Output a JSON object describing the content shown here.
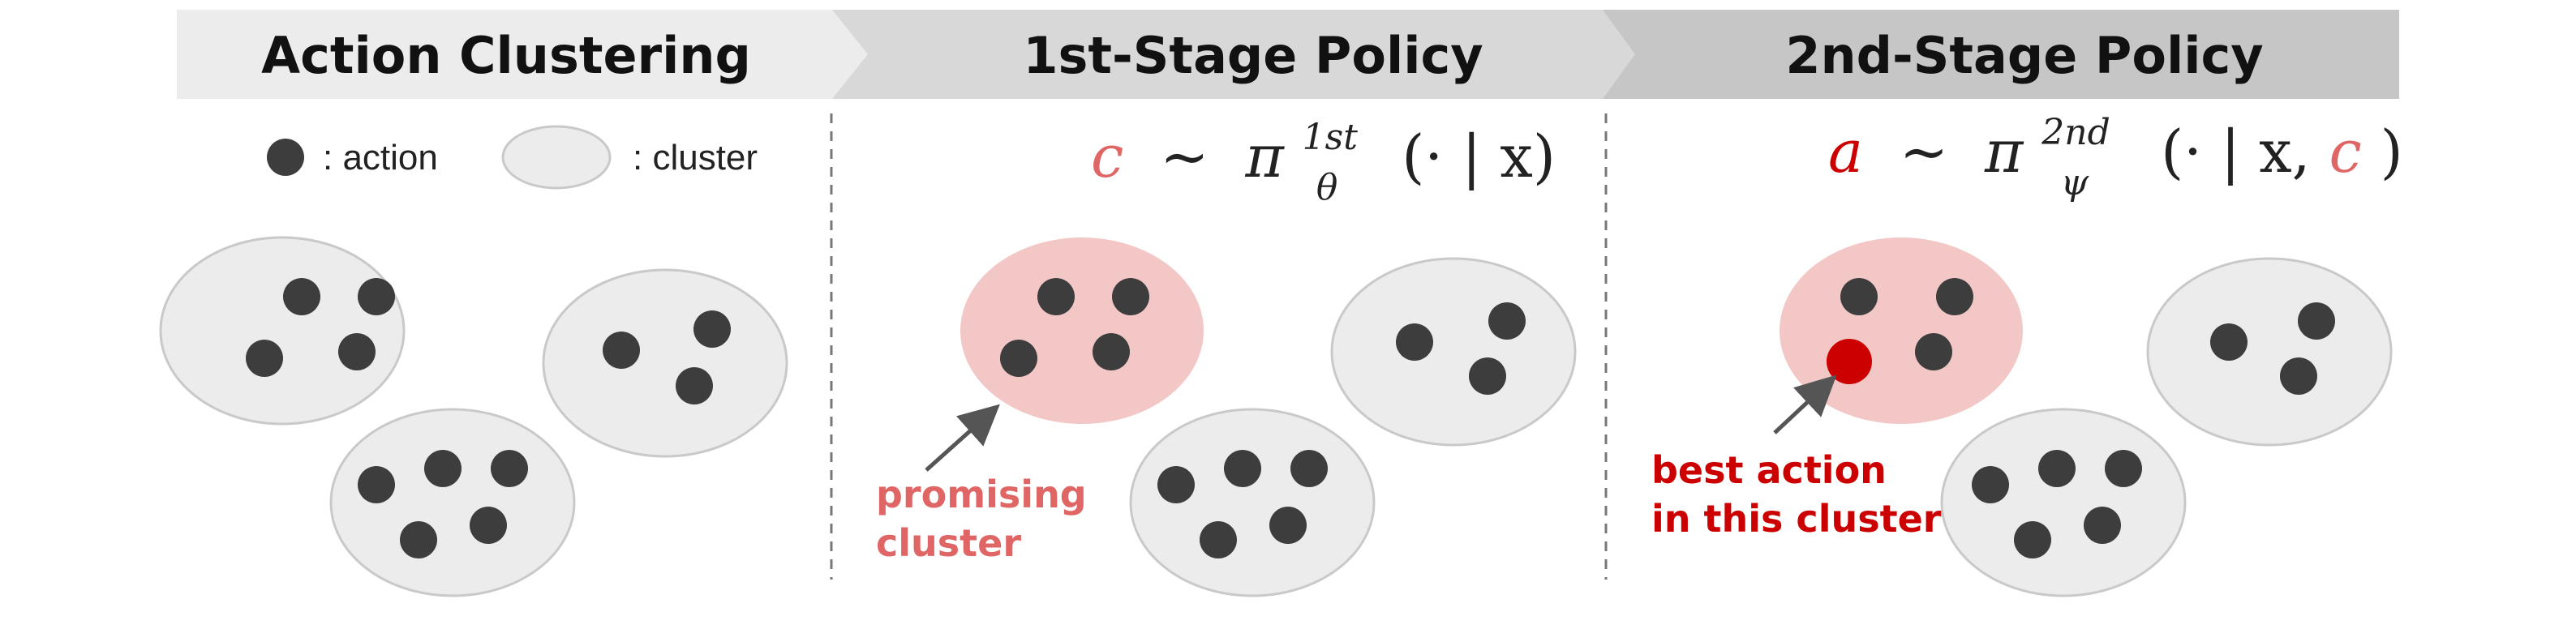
{
  "colors": {
    "header_1": "#ececec",
    "header_2": "#d8d8d8",
    "header_3": "#c6c6c6",
    "cluster_fill": "#ececec",
    "cluster_stroke": "#c9c9c9",
    "promising_fill": "#f4c7c7",
    "dot": "#3d3d3d",
    "best_dot": "#cc0000",
    "accent_light": "#e06666",
    "accent_dark": "#cc0000",
    "divider": "#777777",
    "arrow": "#555555"
  },
  "header": {
    "stage1": "Action Clustering",
    "stage2": "1st-Stage Policy",
    "stage3": "2nd-Stage Policy"
  },
  "legend": {
    "action": ": action",
    "cluster": ": cluster"
  },
  "formula1": {
    "lhs": "c",
    "op": "∼",
    "pi": "π",
    "sup": "1st",
    "sub": "θ",
    "args": "(· | x)"
  },
  "formula2": {
    "lhs": "a",
    "op": "∼",
    "pi": "π",
    "sup": "2nd",
    "sub": "ψ",
    "args_pre": "(· | x, ",
    "args_c": "c",
    "args_post": ")"
  },
  "annotations": {
    "promising_line1": "promising",
    "promising_line2": "cluster",
    "best_line1": "best action",
    "best_line2": "in this cluster"
  }
}
